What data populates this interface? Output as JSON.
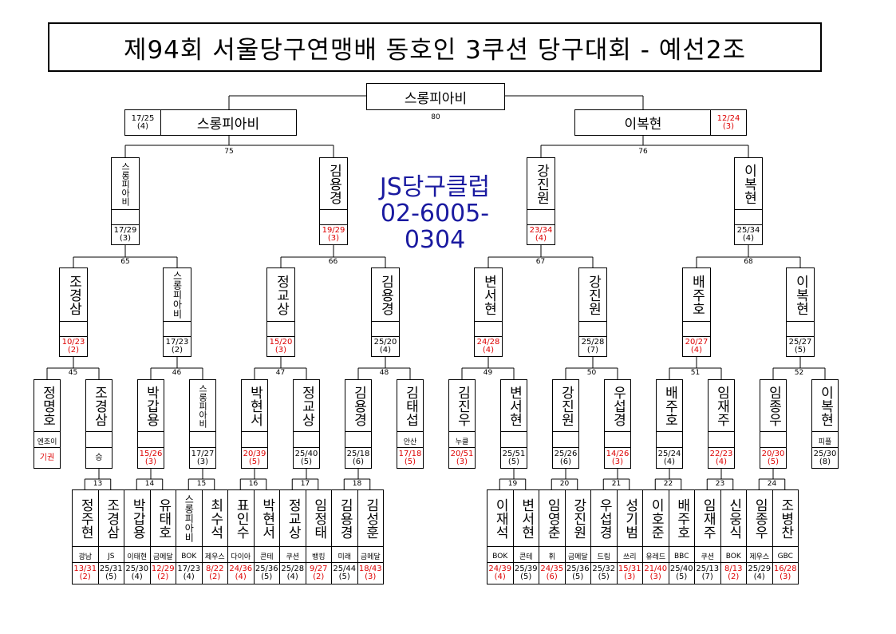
{
  "title": "제94회 서울당구연맹배 동호인 3쿠션 당구대회 - 예선2조",
  "ad": {
    "line1": "JS당구클럽",
    "line2": "02-6005-0304"
  },
  "champion": "스롱피아비",
  "final_match": "80",
  "finalists": [
    {
      "name": "스롱피아비",
      "score": "17/25",
      "innings": "(4)",
      "red": false
    },
    {
      "name": "이복현",
      "score": "12/24",
      "innings": "(3)",
      "red": true
    }
  ],
  "semi_matches": [
    "75",
    "76"
  ],
  "r3": [
    {
      "name": "스롱피아비",
      "score": "17/29",
      "innings": "(3)",
      "red": false
    },
    {
      "name": "김용경",
      "score": "19/29",
      "innings": "(3)",
      "red": true
    },
    {
      "name": "강진원",
      "score": "23/34",
      "innings": "(4)",
      "red": true
    },
    {
      "name": "이복현",
      "score": "25/34",
      "innings": "(4)",
      "red": false
    }
  ],
  "r3_matches": [
    "65",
    "66",
    "67",
    "68"
  ],
  "r2": [
    {
      "name": "조경삼",
      "score": "10/23",
      "innings": "(2)",
      "red": true
    },
    {
      "name": "스롱피아비",
      "score": "17/23",
      "innings": "(2)",
      "red": false
    },
    {
      "name": "정교상",
      "score": "15/20",
      "innings": "(3)",
      "red": true
    },
    {
      "name": "김용경",
      "score": "25/20",
      "innings": "(4)",
      "red": false
    },
    {
      "name": "변서현",
      "score": "24/28",
      "innings": "(4)",
      "red": true
    },
    {
      "name": "강진원",
      "score": "25/28",
      "innings": "(7)",
      "red": false
    },
    {
      "name": "배주호",
      "score": "20/27",
      "innings": "(4)",
      "red": true
    },
    {
      "name": "이복현",
      "score": "25/27",
      "innings": "(5)",
      "red": false
    }
  ],
  "r2_matches": [
    "45",
    "46",
    "47",
    "48",
    "49",
    "50",
    "51",
    "52"
  ],
  "r1": [
    {
      "name": "정명호",
      "club": "엔조이",
      "score": "기권",
      "innings": "",
      "red": true
    },
    {
      "name": "조경삼",
      "club": "",
      "score": "승",
      "innings": "",
      "red": false
    },
    {
      "name": "박갑용",
      "club": "",
      "score": "15/26",
      "innings": "(3)",
      "red": true
    },
    {
      "name": "스롱피아비",
      "club": "",
      "score": "17/27",
      "innings": "(3)",
      "red": false
    },
    {
      "name": "박현서",
      "club": "",
      "score": "20/39",
      "innings": "(5)",
      "red": true
    },
    {
      "name": "정교상",
      "club": "",
      "score": "25/40",
      "innings": "(5)",
      "red": false
    },
    {
      "name": "김용경",
      "club": "",
      "score": "25/18",
      "innings": "(6)",
      "red": false
    },
    {
      "name": "김태섭",
      "club": "안산",
      "score": "17/18",
      "innings": "(5)",
      "red": true
    },
    {
      "name": "김진우",
      "club": "누클",
      "score": "20/51",
      "innings": "(3)",
      "red": true
    },
    {
      "name": "변서현",
      "club": "",
      "score": "25/51",
      "innings": "(5)",
      "red": false
    },
    {
      "name": "강진원",
      "club": "",
      "score": "25/26",
      "innings": "(6)",
      "red": false
    },
    {
      "name": "우섭경",
      "club": "",
      "score": "14/26",
      "innings": "(3)",
      "red": true
    },
    {
      "name": "배주호",
      "club": "",
      "score": "25/24",
      "innings": "(4)",
      "red": false
    },
    {
      "name": "임재주",
      "club": "",
      "score": "22/23",
      "innings": "(4)",
      "red": true
    },
    {
      "name": "임종우",
      "club": "",
      "score": "20/30",
      "innings": "(5)",
      "red": true
    },
    {
      "name": "이복현",
      "club": "피플",
      "score": "25/30",
      "innings": "(8)",
      "red": false
    }
  ],
  "r0_matches": [
    "13",
    "14",
    "15",
    "16",
    "17",
    "18",
    "19",
    "20",
    "21",
    "22",
    "23",
    "24"
  ],
  "r0": [
    {
      "name": "정주현",
      "club": "광남",
      "score": "13/31",
      "innings": "(2)",
      "red": true
    },
    {
      "name": "조경삼",
      "club": "JS",
      "score": "25/31",
      "innings": "(5)",
      "red": false
    },
    {
      "name": "박갑용",
      "club": "이태현",
      "score": "25/30",
      "innings": "(4)",
      "red": false
    },
    {
      "name": "유태호",
      "club": "금메달",
      "score": "12/29",
      "innings": "(2)",
      "red": true
    },
    {
      "name": "스롱피아비",
      "club": "BOK",
      "score": "17/23",
      "innings": "(4)",
      "red": false
    },
    {
      "name": "최수석",
      "club": "제우스",
      "score": "8/22",
      "innings": "(2)",
      "red": true
    },
    {
      "name": "표인수",
      "club": "다이아",
      "score": "24/36",
      "innings": "(4)",
      "red": true
    },
    {
      "name": "박현서",
      "club": "콘테",
      "score": "25/36",
      "innings": "(5)",
      "red": false
    },
    {
      "name": "정교상",
      "club": "쿠션",
      "score": "25/28",
      "innings": "(4)",
      "red": false
    },
    {
      "name": "임정태",
      "club": "뱅킹",
      "score": "9/27",
      "innings": "(2)",
      "red": true
    },
    {
      "name": "김용경",
      "club": "미래",
      "score": "25/44",
      "innings": "(5)",
      "red": false
    },
    {
      "name": "김성훈",
      "club": "금메달",
      "score": "18/43",
      "innings": "(3)",
      "red": true
    },
    {
      "name": "이재석",
      "club": "BOK",
      "score": "24/39",
      "innings": "(4)",
      "red": true
    },
    {
      "name": "변서현",
      "club": "콘테",
      "score": "25/39",
      "innings": "(5)",
      "red": false
    },
    {
      "name": "임영춘",
      "club": "휘",
      "score": "24/35",
      "innings": "(6)",
      "red": true
    },
    {
      "name": "강진원",
      "club": "금메달",
      "score": "25/36",
      "innings": "(5)",
      "red": false
    },
    {
      "name": "우섭경",
      "club": "드림",
      "score": "25/32",
      "innings": "(5)",
      "red": false
    },
    {
      "name": "성기범",
      "club": "쓰리",
      "score": "15/31",
      "innings": "(3)",
      "red": true
    },
    {
      "name": "이호준",
      "club": "유레드",
      "score": "21/40",
      "innings": "(3)",
      "red": true
    },
    {
      "name": "배주호",
      "club": "BBC",
      "score": "25/40",
      "innings": "(5)",
      "red": false
    },
    {
      "name": "임재주",
      "club": "쿠션",
      "score": "25/13",
      "innings": "(7)",
      "red": false
    },
    {
      "name": "신웅식",
      "club": "BOK",
      "score": "8/13",
      "innings": "(2)",
      "red": true
    },
    {
      "name": "임종우",
      "club": "제우스",
      "score": "25/29",
      "innings": "(4)",
      "red": false
    },
    {
      "name": "조병찬",
      "club": "GBC",
      "score": "16/28",
      "innings": "(3)",
      "red": true
    }
  ]
}
